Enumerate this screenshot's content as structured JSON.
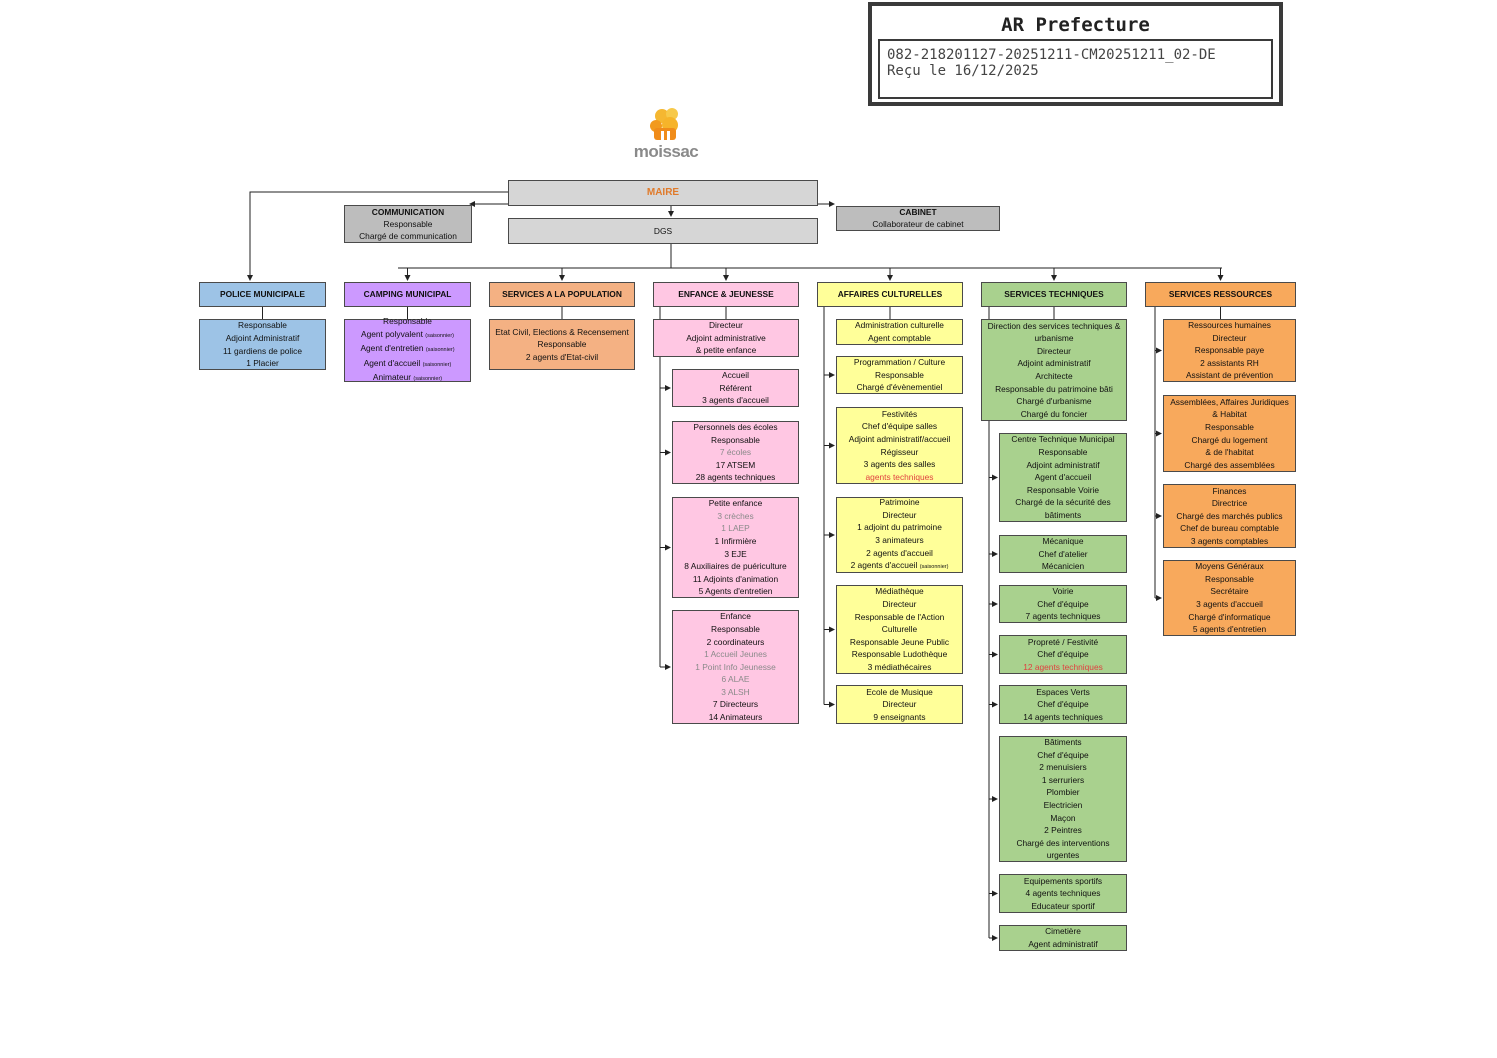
{
  "stamp": {
    "title": "AR Prefecture",
    "line1": "082-218201127-20251211-CM20251211_02-DE",
    "line2": "Reçu le 16/12/2025"
  },
  "logo": {
    "text": "moissac"
  },
  "colors": {
    "gray": "#d6d6d6",
    "dark_gray": "#bdbdbd",
    "blue": "#9dc3e6",
    "purple": "#cc99ff",
    "salmon": "#f4b183",
    "pink": "#ffc7e3",
    "yellow": "#ffff99",
    "green": "#a9d18e",
    "orange": "#f8a95c"
  },
  "top": {
    "maire": "MAIRE",
    "dgs": "DGS",
    "communication": [
      "COMMUNICATION",
      "Responsable",
      "Chargé de communication"
    ],
    "cabinet": [
      "CABINET",
      "Collaborateur de cabinet"
    ]
  },
  "departments": [
    {
      "id": "police",
      "title": "POLICE MUNICIPALE",
      "units": [
        {
          "lines": [
            "Responsable",
            "Adjoint Administratif",
            "11 gardiens de police",
            "1 Placier"
          ]
        }
      ]
    },
    {
      "id": "camping",
      "title": "CAMPING MUNICIPAL",
      "units": [
        {
          "lines": [
            "Responsable",
            "Agent polyvalent (saisonnier)",
            "Agent d'entretien (saisonnier)",
            "Agent d'accueil (saisonnier)",
            "Animateur (saisonnier)"
          ]
        }
      ]
    },
    {
      "id": "population",
      "title": "SERVICES A LA POPULATION",
      "units": [
        {
          "lines": [
            "Etat Civil, Elections & Recensement",
            "Responsable",
            "2 agents d'Etat-civil"
          ]
        }
      ]
    },
    {
      "id": "enfance",
      "title": "ENFANCE & JEUNESSE",
      "units": [
        {
          "lines": [
            "Directeur",
            "Adjoint administrative",
            "& petite enfance"
          ]
        },
        {
          "lines": [
            "Accueil",
            "Référent",
            "3 agents d'accueil"
          ]
        },
        {
          "lines": [
            "Personnels des écoles",
            "Responsable",
            "7 écoles",
            "17 ATSEM",
            "28 agents techniques"
          ],
          "gray": [
            2
          ]
        },
        {
          "lines": [
            "Petite enfance",
            "3 crèches",
            "1 LAEP",
            "1 Infirmière",
            "3 EJE",
            "8 Auxiliaires de puériculture",
            "11 Adjoints d'animation",
            "5 Agents d'entretien"
          ],
          "gray": [
            1,
            2
          ]
        },
        {
          "lines": [
            "Enfance",
            "Responsable",
            "2 coordinateurs",
            "1 Accueil Jeunes",
            "1 Point Info Jeunesse",
            "6 ALAE",
            "3 ALSH",
            "7 Directeurs",
            "14 Animateurs"
          ],
          "gray": [
            3,
            4,
            5,
            6
          ]
        }
      ]
    },
    {
      "id": "culture",
      "title": "AFFAIRES CULTURELLES",
      "units": [
        {
          "lines": [
            "Administration culturelle",
            "Agent comptable"
          ]
        },
        {
          "lines": [
            "Programmation / Culture",
            "Responsable",
            "Chargé d'évènementiel"
          ]
        },
        {
          "lines": [
            "Festivités",
            "Chef d'équipe salles",
            "Adjoint administratif/accueil",
            "Régisseur",
            "3 agents des salles",
            "agents techniques"
          ],
          "red": [
            5
          ]
        },
        {
          "lines": [
            "Patrimoine",
            "Directeur",
            "1 adjoint du patrimoine",
            "3 animateurs",
            "2 agents d'accueil",
            "2 agents d'accueil (saisonnier)"
          ]
        },
        {
          "lines": [
            "Médiathèque",
            "Directeur",
            "Responsable de l'Action",
            "Culturelle",
            "Responsable Jeune Public",
            "Responsable Ludothèque",
            "3 médiathécaires"
          ]
        },
        {
          "lines": [
            "Ecole de Musique",
            "Directeur",
            "9 enseignants"
          ]
        }
      ]
    },
    {
      "id": "techniques",
      "title": "SERVICES TECHNIQUES",
      "units": [
        {
          "lines": [
            "Direction des services techniques &",
            "urbanisme",
            "Directeur",
            "Adjoint administratif",
            "Architecte",
            "Responsable du patrimoine bâti",
            "Chargé d'urbanisme",
            "Chargé du foncier"
          ]
        },
        {
          "lines": [
            "Centre Technique Municipal",
            "Responsable",
            "Adjoint administratif",
            "Agent d'accueil",
            "Responsable Voirie",
            "Chargé de la sécurité des",
            "bâtiments"
          ]
        },
        {
          "lines": [
            "Mécanique",
            "Chef d'atelier",
            "Mécanicien"
          ]
        },
        {
          "lines": [
            "Voirie",
            "Chef d'équipe",
            "7 agents techniques"
          ]
        },
        {
          "lines": [
            "Propreté / Festivité",
            "Chef d'équipe",
            "12 agents techniques"
          ],
          "red": [
            2
          ]
        },
        {
          "lines": [
            "Espaces Verts",
            "Chef d'équipe",
            "14 agents techniques"
          ]
        },
        {
          "lines": [
            "Bâtiments",
            "Chef d'équipe",
            "2 menuisiers",
            "1 serruriers",
            "Plombier",
            "Electricien",
            "Maçon",
            "2 Peintres",
            "Chargé des interventions",
            "urgentes"
          ]
        },
        {
          "lines": [
            "Equipements sportifs",
            "4 agents techniques",
            "Educateur sportif"
          ]
        },
        {
          "lines": [
            "Cimetière",
            "Agent administratif"
          ]
        }
      ]
    },
    {
      "id": "ressources",
      "title": "SERVICES RESSOURCES",
      "units": [
        {
          "lines": [
            "Ressources humaines",
            "Directeur",
            "Responsable paye",
            "2 assistants RH",
            "Assistant de prévention"
          ]
        },
        {
          "lines": [
            "Assemblées, Affaires Juridiques",
            "& Habitat",
            "Responsable",
            "Chargé du logement",
            "& de l'habitat",
            "Chargé des assemblées"
          ]
        },
        {
          "lines": [
            "Finances",
            "Directrice",
            "Chargé des marchés publics",
            "Chef de bureau comptable",
            "3 agents comptables"
          ]
        },
        {
          "lines": [
            "Moyens Généraux",
            "Responsable",
            "Secrétaire",
            "3 agents d'accueil",
            "Chargé d'informatique",
            "5 agents d'entretien"
          ]
        }
      ]
    }
  ]
}
